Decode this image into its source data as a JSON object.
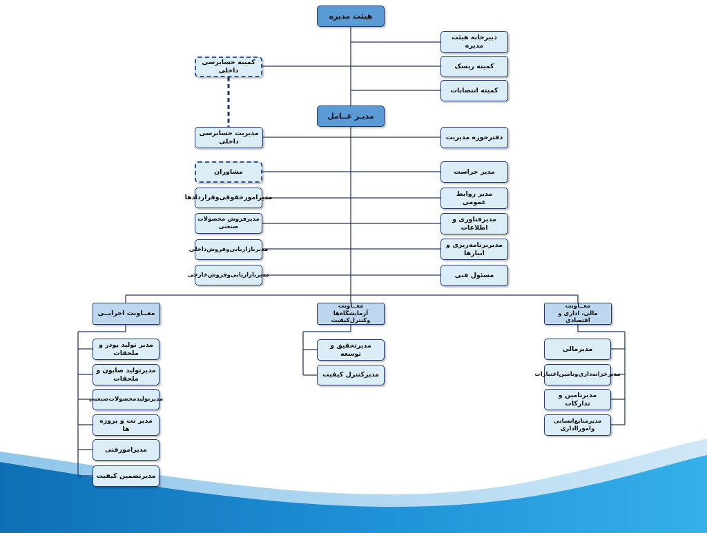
{
  "org": {
    "board": "هیئت مدیره",
    "ceo": "مدیـر عــامل",
    "board_secretariat": "دبیرخانه هیئت مدیره",
    "risk_committee": "کمیته ریسک",
    "appointments_committee": "کمیته انتصابات",
    "internal_audit_committee": "کمیته حسابرسی داخلی",
    "internal_audit_mgmt": "مدیریت حسابرسی داخلی",
    "mgmt_office": "دفترحوزه مدیریت",
    "advisors": "مشاوران",
    "security": "مدیر حراست",
    "public_relations": "مدیر روابط عمومی",
    "legal": "مدیرامورحقوقی‌وقراردادها",
    "it": "مدیرفناوری و اطلاعات",
    "industrial_sales": "مدیرفروش محصولات صنعتی",
    "planning": "مدیربرنامه‌ریزی و انبارها",
    "domestic_marketing": "مدیربازاریابی‌وفروش‌داخلی",
    "technical": "مسئول فنی",
    "export_marketing": "مدیربازاریابی‌وفروش‌خارجی",
    "exec_deputy": "معــاونت اجرایــی",
    "lab_deputy": "معــاونت\nآزمایشگاه‌ها وکنترل‌کیفیت",
    "finance_deputy": "معــاونت\nمالی، اداری و اقتصادی",
    "exec_items": [
      "مدیر تولید پودر و ملحقات",
      "مدیرتولید صابون و ملحقات",
      "مدیرتولیدمحصولات‌صنعتی",
      "مدیر نت و پروژه ها",
      "مدیرامورفنی",
      "مدیرتضمین کیفیت"
    ],
    "lab_items": [
      "مدیرتحقیق و توسعه",
      "مدیرکنترل کیفیت"
    ],
    "finance_items": [
      "مدیرمالی",
      "مدیرخزانه‌داری‌وتامین‌اعتبارات",
      "مدیرتامین و تدارکات",
      "مدیرمنابع‌انسانی وامورااداری"
    ]
  },
  "colors": {
    "line": "#1f3864",
    "box_fill": "#dbeef7",
    "top_fill": "#5b9bd5",
    "dept_fill": "#bdd7ee",
    "wave": "#1f8fd0"
  }
}
